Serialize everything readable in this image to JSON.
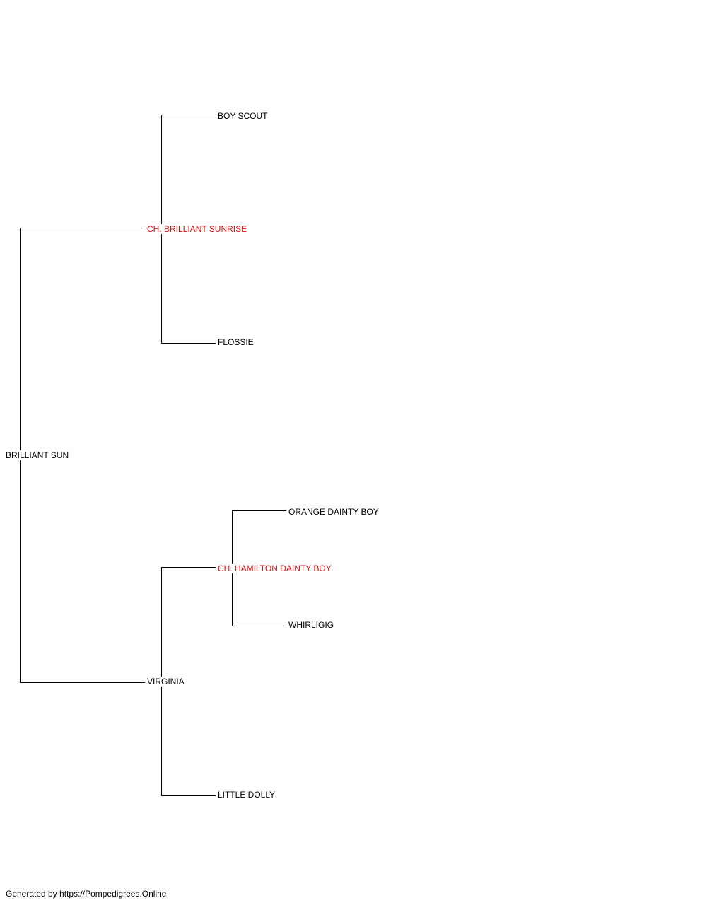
{
  "colors": {
    "champion": "#e01010",
    "normal": "#000000",
    "line": "#000000"
  },
  "pedigree": {
    "subject": {
      "name": "BRILLIANT SUN",
      "champion": false
    },
    "sire": {
      "name": "CH. BRILLIANT SUNRISE",
      "champion": true
    },
    "dam": {
      "name": "VIRGINIA",
      "champion": false
    },
    "sire_sire": {
      "name": "BOY SCOUT",
      "champion": false
    },
    "sire_dam": {
      "name": "FLOSSIE",
      "champion": false
    },
    "dam_sire": {
      "name": "CH. HAMILTON DAINTY BOY",
      "champion": true
    },
    "dam_dam": {
      "name": "LITTLE DOLLY",
      "champion": false
    },
    "dam_sire_sire": {
      "name": "ORANGE DAINTY BOY",
      "champion": false
    },
    "dam_sire_dam": {
      "name": "WHIRLIGIG",
      "champion": false
    }
  },
  "footer": {
    "text": "Generated by https://Pompedigrees.Online"
  }
}
